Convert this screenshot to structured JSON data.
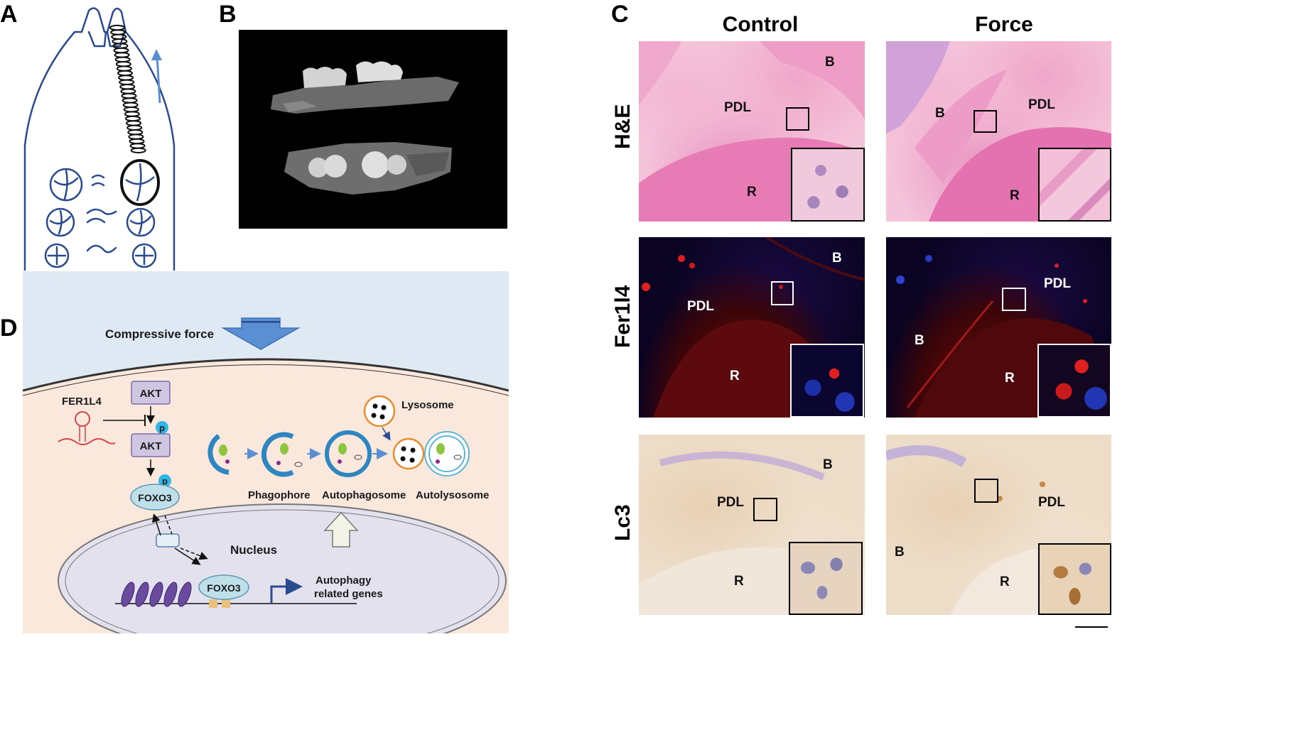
{
  "panels": {
    "a": "A",
    "b": "B",
    "c": "C",
    "d": "D"
  },
  "panel_c": {
    "columns": [
      "Control",
      "Force"
    ],
    "rows": [
      "H&E",
      "Fer1l4",
      "Lc3"
    ],
    "tissue": {
      "b": "B",
      "pdl": "PDL",
      "r": "R"
    }
  },
  "panel_d": {
    "compressive_force": "Compressive force",
    "fer1l4": "FER1L4",
    "akt": "AKT",
    "p": "p",
    "foxo3": "FOXO3",
    "lysosome": "Lysosome",
    "phagophore": "Phagophore",
    "autophagosome": "Autophagosome",
    "autolysosome": "Autolysosome",
    "nucleus": "Nucleus",
    "autophagy_line1": "Autophagy",
    "autophagy_line2": "related genes"
  },
  "colors": {
    "outline_blue": "#2a4b8d",
    "force_arrow_blue": "#5b8fd4",
    "extracellular_blue": "#dfe9f3",
    "cytoplasm_peach": "#fbe8dd",
    "nucleus_lavender": "#e4e1ee",
    "akt_box": "#cfc6e1",
    "phospho_cyan": "#2fb7e5",
    "autophagosome_blue": "#2e86c1",
    "lysosome_orange": "#e58d2f",
    "he_pink": "#f4c4da",
    "fluor_dark": "#0a0422",
    "ihc_beige": "#eddcc7"
  }
}
